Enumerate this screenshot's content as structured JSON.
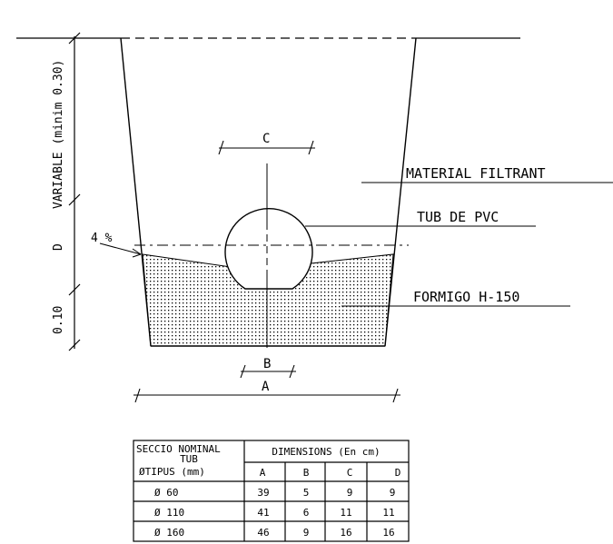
{
  "labels": {
    "variable": "VARIABLE (minim 0.30)",
    "d": "D",
    "depth_010": "0.10",
    "slope": "4 %",
    "c": "C",
    "b": "B",
    "a": "A",
    "material": "MATERIAL FILTRANT",
    "pipe": "TUB DE PVC",
    "concrete": "FORMIGO H-150"
  },
  "table": {
    "header_col1_line1": "SECCIO NOMINAL",
    "header_col1_line2": "TUB",
    "header_col1_line3": "ØTIPUS (mm)",
    "header_dims": "DIMENSIONS (En cm)",
    "columns": [
      "A",
      "B",
      "C",
      "D"
    ],
    "rows": [
      {
        "tub": "Ø  60",
        "a": "39",
        "b": "5",
        "c": "9",
        "d": "9"
      },
      {
        "tub": "Ø 110",
        "a": "41",
        "b": "6",
        "c": "11",
        "d": "11"
      },
      {
        "tub": "Ø 160",
        "a": "46",
        "b": "9",
        "c": "16",
        "d": "16"
      }
    ]
  }
}
